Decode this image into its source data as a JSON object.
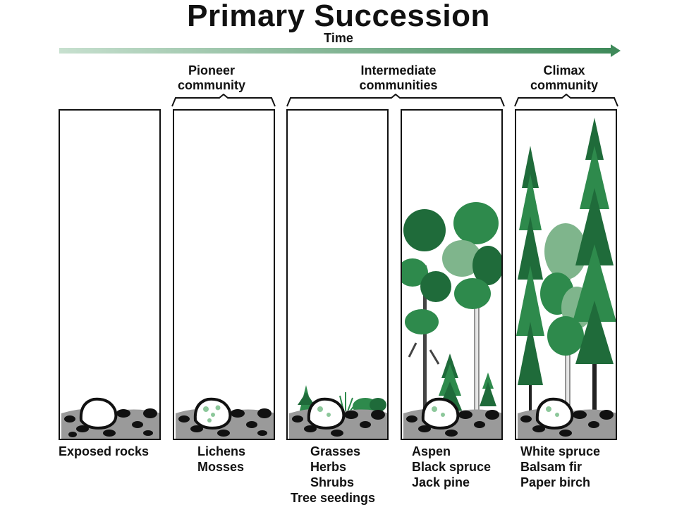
{
  "title": "Primary Succession",
  "time_label": "Time",
  "stage_groups": [
    {
      "lines": [
        "Pioneer",
        "community"
      ]
    },
    {
      "lines": [
        "Intermediate",
        "communities"
      ]
    },
    {
      "lines": [
        "Climax",
        "community"
      ]
    }
  ],
  "panels": [
    {
      "id": "exposed-rocks",
      "caption": [
        "Exposed rocks"
      ]
    },
    {
      "id": "lichens-mosses",
      "caption": [
        "Lichens",
        "Mosses"
      ]
    },
    {
      "id": "grasses-shrubs",
      "caption": [
        "Grasses",
        "Herbs",
        "Shrubs",
        "Tree seedings"
      ]
    },
    {
      "id": "aspen-spruce-pine",
      "caption": [
        "Aspen",
        "Black spruce",
        "Jack pine"
      ]
    },
    {
      "id": "climax-forest",
      "caption": [
        "White spruce",
        "Balsam fir",
        "Paper birch"
      ]
    }
  ],
  "colors": {
    "arrow": "#3f8a5a",
    "tree_dark": "#1f6b3a",
    "tree_mid": "#2e8a4c",
    "tree_light": "#7fb58c",
    "rock": "#111111",
    "ground": "#9a9a9a",
    "lichen": "#8cc79a"
  }
}
